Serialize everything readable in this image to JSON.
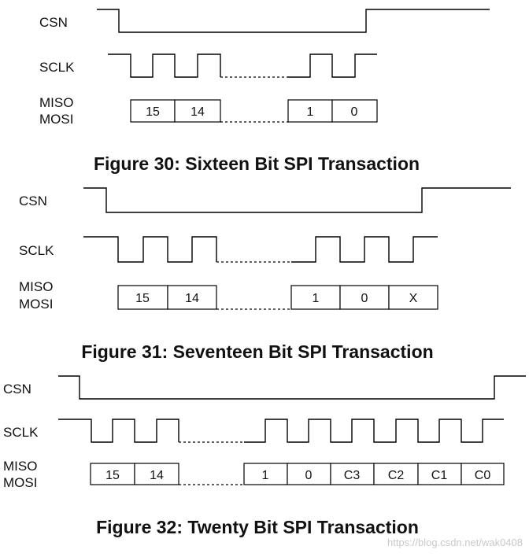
{
  "figures": [
    {
      "caption": "Figure 30: Sixteen Bit SPI Transaction",
      "signals": {
        "csn": "CSN",
        "sclk": "SCLK",
        "miso": "MISO",
        "mosi": "MOSI"
      },
      "bits_left": [
        "15",
        "14"
      ],
      "bits_right": [
        "1",
        "0"
      ]
    },
    {
      "caption": "Figure 31: Seventeen Bit SPI Transaction",
      "signals": {
        "csn": "CSN",
        "sclk": "SCLK",
        "miso": "MISO",
        "mosi": "MOSI"
      },
      "bits_left": [
        "15",
        "14"
      ],
      "bits_right": [
        "1",
        "0",
        "X"
      ]
    },
    {
      "caption": "Figure 32: Twenty Bit SPI Transaction",
      "signals": {
        "csn": "CSN",
        "sclk": "SCLK",
        "miso": "MISO",
        "mosi": "MOSI"
      },
      "bits_left": [
        "15",
        "14"
      ],
      "bits_right": [
        "1",
        "0",
        "C3",
        "C2",
        "C1",
        "C0"
      ]
    }
  ],
  "watermark": "https://blog.csdn.net/wak0408"
}
